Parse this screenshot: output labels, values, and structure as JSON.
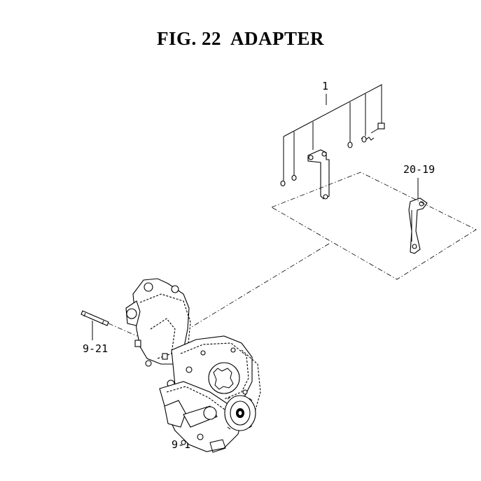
{
  "title": "FIG. 22  ADAPTER",
  "callouts": {
    "c1": "1",
    "c20_19": "20-19",
    "c9_21": "9-21",
    "c9_1": "9-1"
  }
}
